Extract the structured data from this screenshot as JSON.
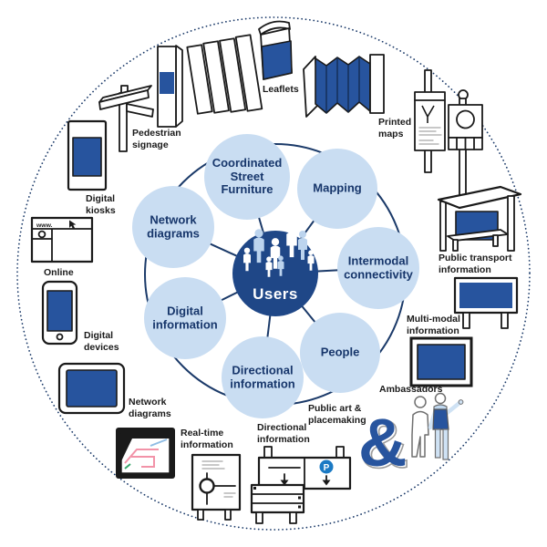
{
  "hub": {
    "label": "Users"
  },
  "nodes": [
    {
      "label": "Coordinated\nStreet\nFurniture"
    },
    {
      "label": "Mapping"
    },
    {
      "label": "Intermodal\nconnectivity"
    },
    {
      "label": "People"
    },
    {
      "label": "Directional\ninformation"
    },
    {
      "label": "Digital\ninformation"
    },
    {
      "label": "Network\ndiagrams"
    }
  ],
  "outer": {
    "leaflets": "Leaflets",
    "printed_maps": "Printed\nmaps",
    "pedestrian_signage": "Pedestrian\nsignage",
    "digital_kiosks": "Digital\nkiosks",
    "online": "Online",
    "digital_devices": "Digital\ndevices",
    "network_diagrams": "Network\ndiagrams",
    "real_time": "Real-time\ninformation",
    "directional": "Directional\ninformation",
    "public_art": "Public art &\nplacemaking",
    "ambassadors": "Ambassadors",
    "multi_modal": "Multi-modal\ninformation",
    "public_transport": "Public transport\ninformation"
  },
  "glyphs": {
    "browser_url": "www.",
    "parking": "P",
    "ampersand": "&"
  },
  "colors": {
    "dark_navy": "#17366B",
    "hub_fill": "#1F4787",
    "node_fill": "#C9DDF2",
    "illustration_blue": "#27549E",
    "parking_blue": "#1B7AC4",
    "label_text": "#1A1A1A",
    "route_pink": "#F293A8",
    "route_blue": "#8FBCE4",
    "route_green": "#3AA76D"
  }
}
